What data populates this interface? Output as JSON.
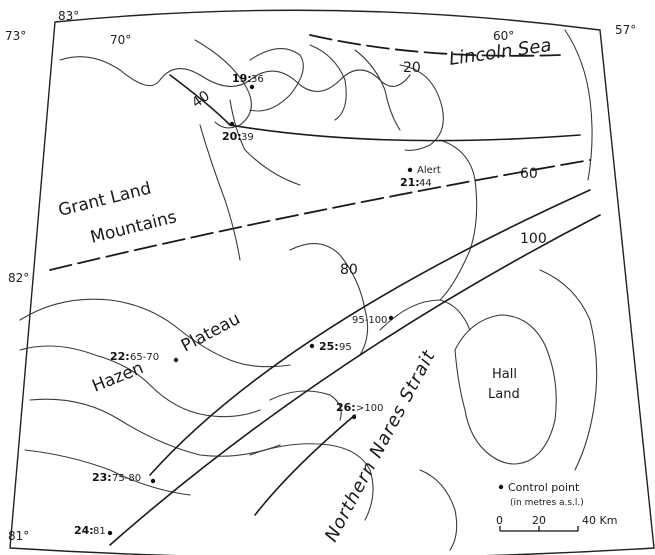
{
  "coordinates": {
    "lat_83": "83°",
    "lat_82": "82°",
    "lat_81": "81°",
    "lon_73": "73°",
    "lon_70": "70°",
    "lon_60": "60°",
    "lon_57": "57°"
  },
  "place_names": {
    "lincoln_sea": "Lincoln Sea",
    "grant_land_1": "Grant Land",
    "grant_land_2": "Mountains",
    "hazen": "Hazen",
    "plateau": "Plateau",
    "strait": "Northern Nares Strait",
    "hall": "Hall",
    "land": "Land"
  },
  "isolines": [
    {
      "label": "20"
    },
    {
      "label": "40"
    },
    {
      "label": "60"
    },
    {
      "label": "80"
    },
    {
      "label": "100"
    }
  ],
  "control_points": [
    {
      "id": "19:",
      "value": "36"
    },
    {
      "id": "20:",
      "value": "39"
    },
    {
      "id": "21:",
      "value": "44",
      "name": "Alert"
    },
    {
      "id": "",
      "value": "95-100"
    },
    {
      "id": "25:",
      "value": "95"
    },
    {
      "id": "22:",
      "value": "65-70"
    },
    {
      "id": "26:",
      "value": ">100"
    },
    {
      "id": "23:",
      "value": "75-80"
    },
    {
      "id": "24:",
      "value": "81"
    }
  ],
  "legend": {
    "control_point": "Control point",
    "units": "(in metres a.s.l.)",
    "scale_0": "0",
    "scale_20": "20",
    "scale_40": "40 Km"
  }
}
